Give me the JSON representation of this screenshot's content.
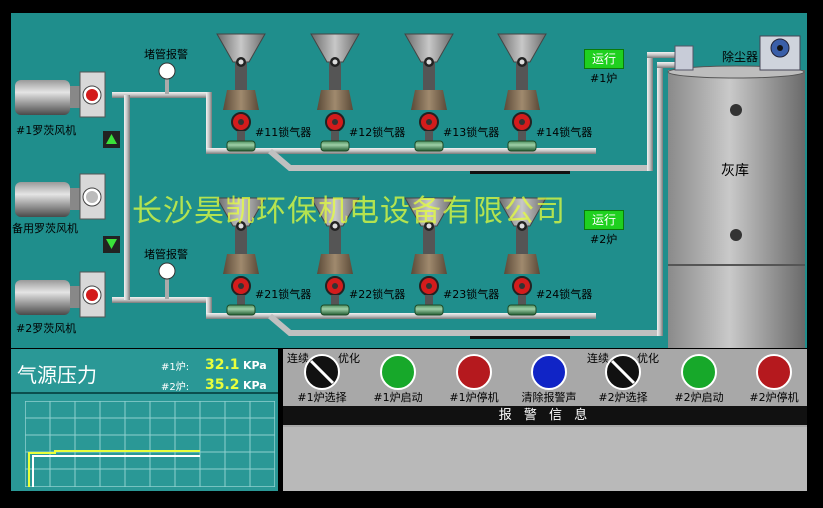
{
  "colors": {
    "screen_bg": "#1f8e8c",
    "tank": "#7f7f7f",
    "pipe": "#c8c8c8",
    "run_green": "#1fd01f",
    "watermark": "#e6ff3c"
  },
  "blowers": [
    {
      "label": "#1罗茨风机"
    },
    {
      "label": "备用罗茨风机"
    },
    {
      "label": "#2罗茨风机"
    }
  ],
  "gauges": [
    {
      "label": "堵管报警"
    },
    {
      "label": "堵管报警"
    }
  ],
  "feeders_top": [
    "#11锁气器",
    "#12锁气器",
    "#13锁气器",
    "#14锁气器"
  ],
  "feeders_bottom": [
    "#21锁气器",
    "#22锁气器",
    "#23锁气器",
    "#24锁气器"
  ],
  "run_indicators": [
    {
      "button": "运行",
      "furnace": "#1炉"
    },
    {
      "button": "运行",
      "furnace": "#2炉"
    }
  ],
  "silo": {
    "label": "灰库",
    "dust_collector": "除尘器"
  },
  "watermark": "长沙昊凯环保机电设备有限公司",
  "pressure": {
    "title": "气源压力",
    "rows": [
      {
        "name": "#1炉:",
        "value": "32.1",
        "unit": "KPa"
      },
      {
        "name": "#2炉:",
        "value": "35.2",
        "unit": "KPa"
      }
    ]
  },
  "controls": {
    "selector1": {
      "left": "连续",
      "right": "优化",
      "caption": "#1炉选择"
    },
    "start1": {
      "caption": "#1炉启动",
      "color": "#17a82a"
    },
    "stop1": {
      "caption": "#1炉停机",
      "color": "#b5191e"
    },
    "clear": {
      "caption": "清除报警声",
      "color": "#1024c6"
    },
    "selector2": {
      "left": "连续",
      "right": "优化",
      "caption": "#2炉选择"
    },
    "start2": {
      "caption": "#2炉启动",
      "color": "#17a82a"
    },
    "stop2": {
      "caption": "#2炉停机",
      "color": "#b5191e"
    }
  },
  "alarm": {
    "title": "报  警  信  息"
  }
}
